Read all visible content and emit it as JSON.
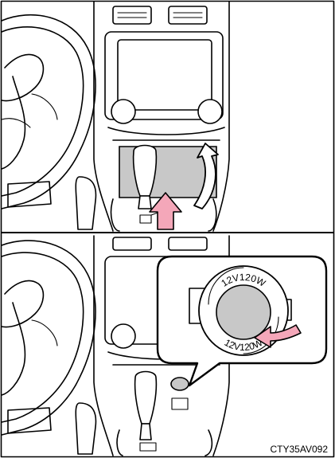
{
  "figure_code": "CTY35AV092",
  "ring_markings": {
    "top": "12V120W",
    "bottom": "12V120W"
  },
  "colors": {
    "arrow_fill": "#f4a7b9",
    "panel_gray": "#c8c8c8",
    "ink": "#000000",
    "background": "#ffffff"
  },
  "icons": [
    "push-arrow-icon",
    "lift-arrow-icon",
    "rotate-arrow-icon"
  ]
}
